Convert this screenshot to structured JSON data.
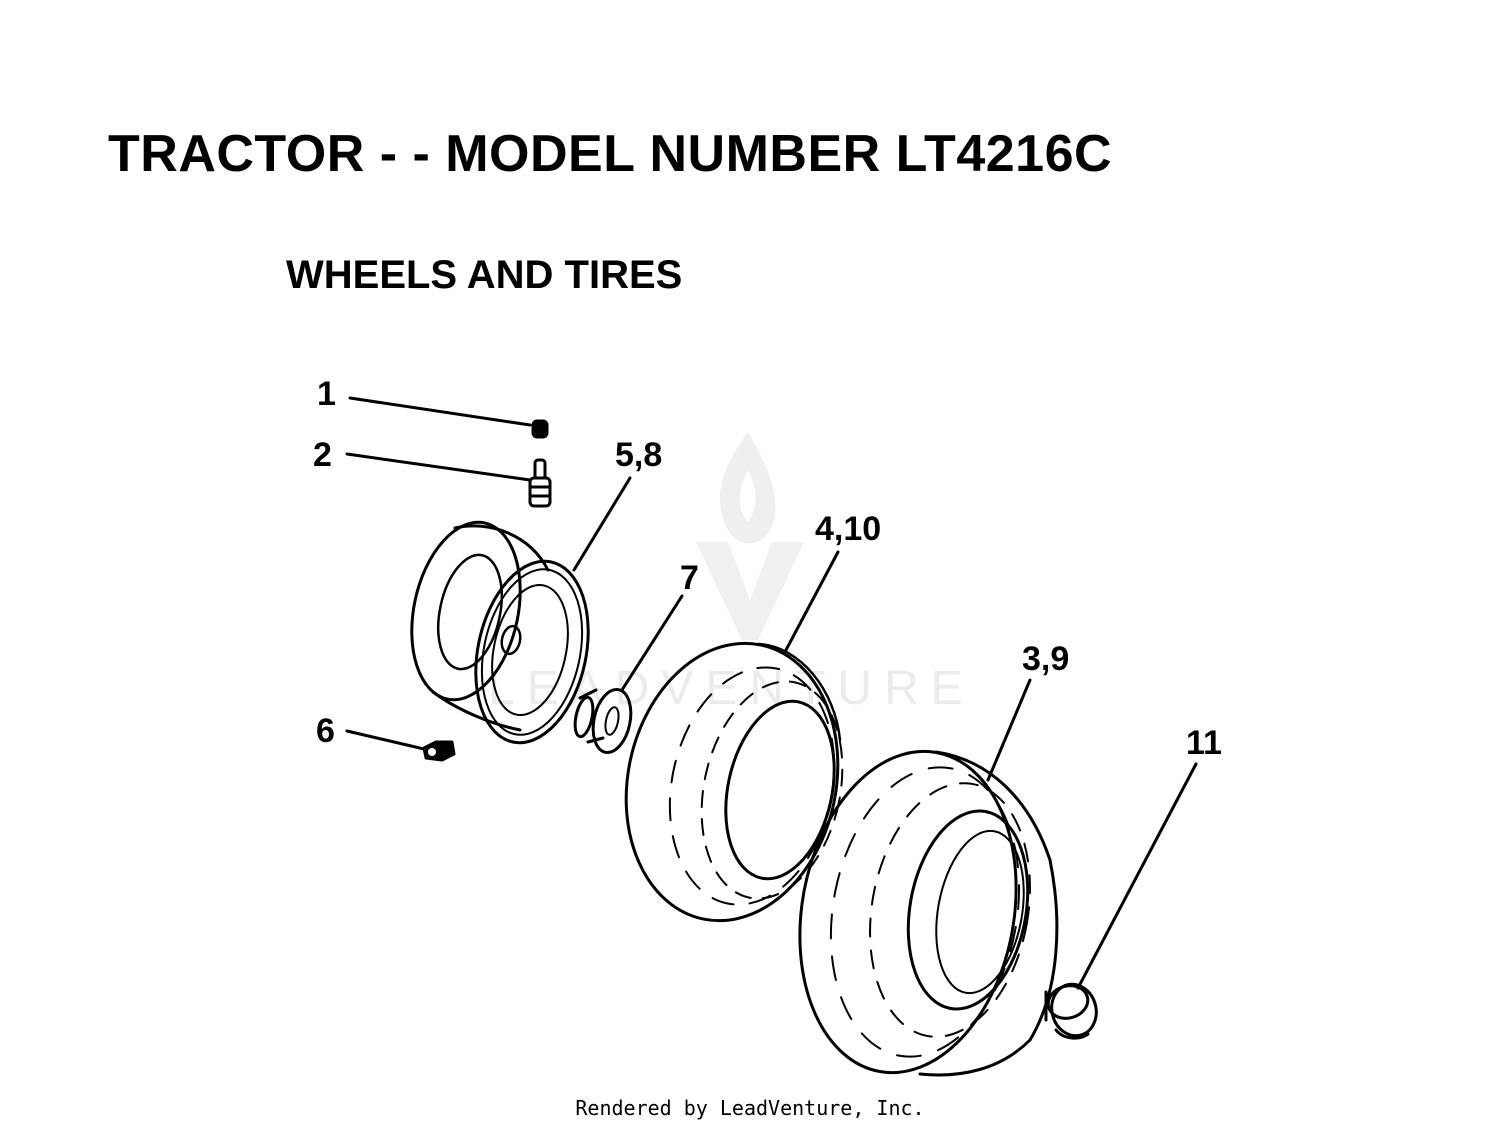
{
  "header": {
    "title": "TRACTOR - - MODEL NUMBER LT4216C",
    "subtitle": "WHEELS AND TIRES"
  },
  "callouts": [
    {
      "id": "c1",
      "label": "1"
    },
    {
      "id": "c2",
      "label": "2"
    },
    {
      "id": "c58",
      "label": "5,8"
    },
    {
      "id": "c7",
      "label": "7"
    },
    {
      "id": "c410",
      "label": "4,10"
    },
    {
      "id": "c39",
      "label": "3,9"
    },
    {
      "id": "c6",
      "label": "6"
    },
    {
      "id": "c11",
      "label": "11"
    }
  ],
  "watermark": {
    "text": "LEADVENTURE",
    "color": "#d6d6d6"
  },
  "footer": {
    "text": "Rendered by LeadVenture, Inc."
  }
}
